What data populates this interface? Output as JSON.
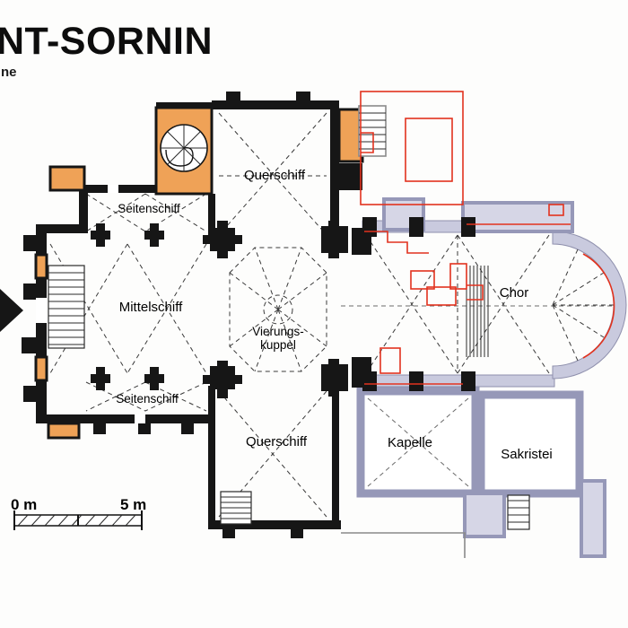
{
  "header": {
    "title": "NT-SORNIN",
    "subtitle": "ne"
  },
  "plan": {
    "rooms": {
      "querschiff_north": "Querschiff",
      "seitenschiff_north": "Seitenschiff",
      "mittelschiff": "Mittelschiff",
      "vierungskuppel_line1": "Vierungs-",
      "vierungskuppel_line2": "kuppel",
      "seitenschiff_south": "Seitenschiff",
      "querschiff_south": "Querschiff",
      "chor": "Chor",
      "kapelle": "Kapelle",
      "sakristei": "Sakristei"
    },
    "scale_bar": {
      "start_label": "0 m",
      "end_label": "5 m"
    },
    "colors": {
      "romanesque_walls_black": "#161616",
      "tower_stair_orange": "#efa257",
      "later_phase_lavender": "#c9cade",
      "excavation_overlay_red": "#e2321e",
      "background_white": "#fdfdfc"
    }
  }
}
